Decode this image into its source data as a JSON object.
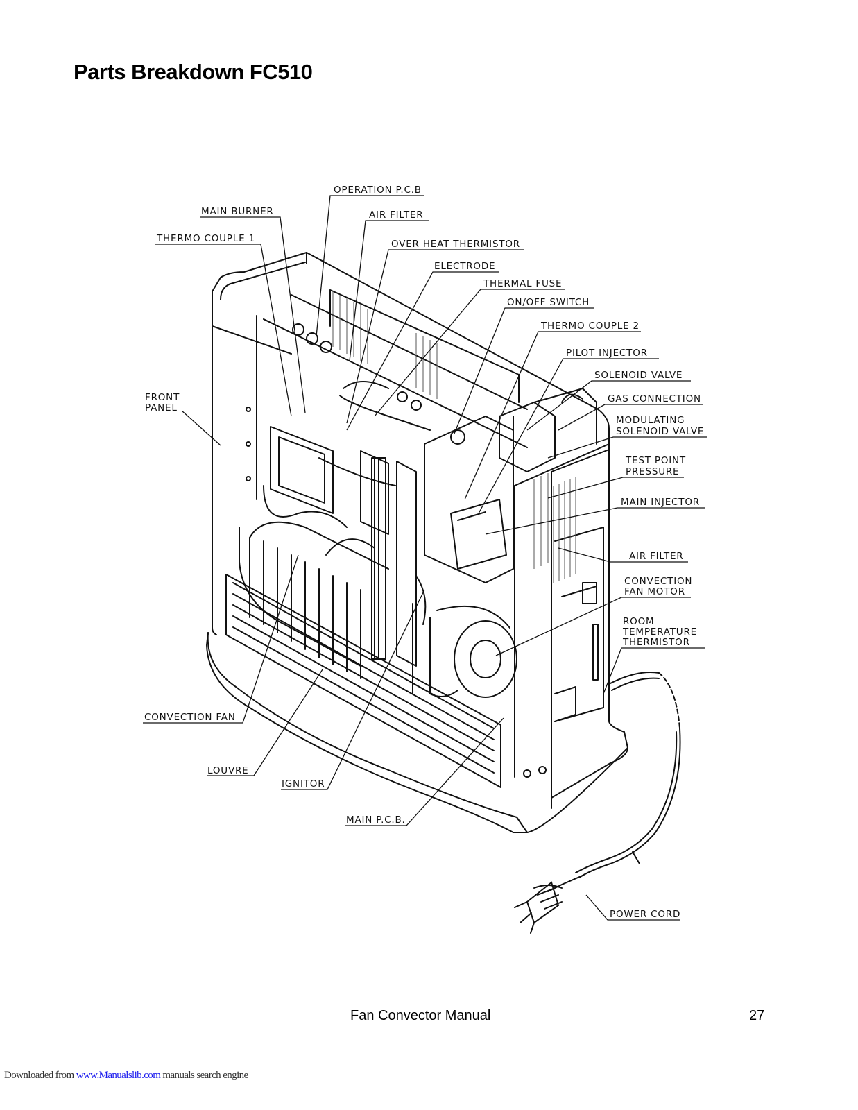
{
  "page": {
    "title": "Parts Breakdown FC510",
    "footer_title": "Fan Convector Manual",
    "page_number": "27"
  },
  "download_bar": {
    "prefix": "Downloaded from ",
    "link": "www.Manualslib.com",
    "suffix": " manuals search engine"
  },
  "labels": {
    "operation_pcb": "OPERATION P.C.B",
    "main_burner": "MAIN BURNER",
    "air_filter_top": "AIR FILTER",
    "thermo_couple_1": "THERMO COUPLE 1",
    "over_heat_thermistor": "OVER HEAT THERMISTOR",
    "electrode": "ELECTRODE",
    "thermal_fuse": "THERMAL FUSE",
    "on_off_switch": "ON/OFF SWITCH",
    "thermo_couple_2": "THERMO COUPLE 2",
    "pilot_injector": "PILOT INJECTOR",
    "solenoid_valve": "SOLENOID VALVE",
    "gas_connection": "GAS CONNECTION",
    "front_panel_1": "FRONT",
    "front_panel_2": "PANEL",
    "modulating_1": "MODULATING",
    "modulating_2": "SOLENOID VALVE",
    "test_point_1": "TEST POINT",
    "test_point_2": "PRESSURE",
    "main_injector": "MAIN INJECTOR",
    "air_filter_side": "AIR FILTER",
    "convection_motor_1": "CONVECTION",
    "convection_motor_2": "FAN MOTOR",
    "room_temp_1": "ROOM",
    "room_temp_2": "TEMPERATURE",
    "room_temp_3": "THERMISTOR",
    "convection_fan": "CONVECTION FAN",
    "louvre": "LOUVRE",
    "ignitor": "IGNITOR",
    "main_pcb": "MAIN P.C.B.",
    "power_cord": "POWER CORD"
  }
}
